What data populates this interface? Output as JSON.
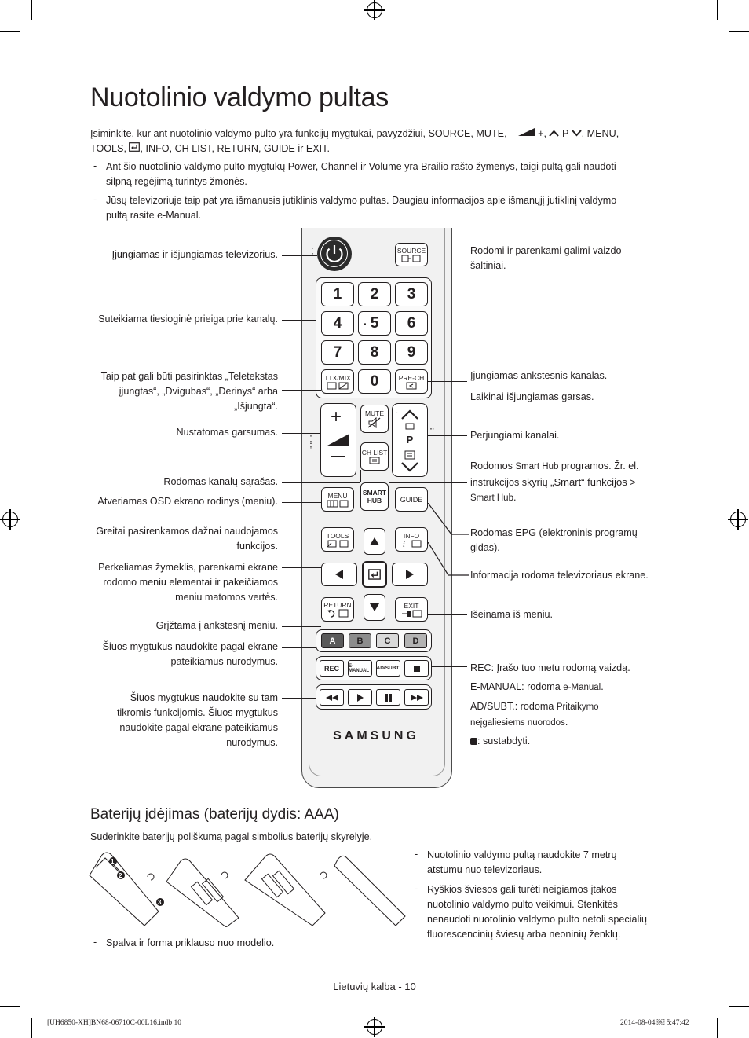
{
  "page": {
    "title": "Nuotolinio valdymo pultas",
    "intro_parts": [
      "Įsiminkite, kur ant nuotolinio valdymo pulto yra funkcijų mygtukai, pavyzdžiui, ",
      "SOURCE",
      ", ",
      "MUTE",
      ", ",
      "–",
      " ",
      "+",
      ", ",
      "P",
      ", ",
      "MENU",
      ",",
      "TOOLS",
      ", ",
      ", ",
      "INFO",
      ", ",
      "CH LIST",
      ", ",
      "RETURN",
      ", ",
      "GUIDE",
      " ir ",
      "EXIT",
      "."
    ],
    "notes": [
      {
        "text_a": "Ant šio nuotolinio valdymo pulto mygtukų ",
        "k1": "Power",
        "mid1": ", ",
        "k2": "Channel",
        "mid2": " ir ",
        "k3": "Volume",
        "text_b": " yra Brailio rašto žymenys, taigi pultą gali naudoti",
        "line2": "silpną regėjimą turintys žmonės."
      },
      {
        "line1": "Jūsų televizoriuje taip pat yra išmanusis jutiklinis valdymo pultas. Daugiau informacijos apie išmanųjį jutiklinį valdymo",
        "line2": "pultą rasite e-Manual."
      }
    ],
    "dash": "-",
    "left_labels": [
      [
        "Įjungiamas ir išjungiamas televizorius."
      ],
      [
        "Suteikiama tiesioginė prieiga prie kanalų."
      ],
      [
        "Taip pat gali būti pasirinktas „Teletekstas",
        "įjungtas“, „Dvigubas“, „Derinys“ arba",
        "„Išjungta“."
      ],
      [
        "Nustatomas garsumas."
      ],
      [
        "Rodomas kanalų sąrašas."
      ],
      [
        "Atveriamas OSD ekrano rodinys (meniu)."
      ],
      [
        "Greitai pasirenkamos dažnai naudojamos",
        "funkcijos."
      ],
      [
        "Perkeliamas žymeklis, parenkami ekrane",
        "rodomo meniu elementai ir pakeičiamos",
        "meniu matomos vertės."
      ],
      [
        "Grįžtama į ankstesnį meniu."
      ],
      [
        "Šiuos mygtukus naudokite pagal ekrane",
        "pateikiamus nurodymus."
      ],
      [
        "Šiuos mygtukus naudokite su tam",
        "tikromis funkcijomis. Šiuos mygtukus",
        "naudokite pagal ekrane pateikiamus",
        "nurodymus."
      ]
    ],
    "right_labels": {
      "source": [
        "Rodomi ir parenkami galimi vaizdo",
        "šaltiniai."
      ],
      "prech": "Įjungiamas ankstesnis kanalas.",
      "mute": "Laikinai išjungiamas garsas.",
      "channel": "Perjungiami kanalai.",
      "smart_a": "Rodomos ",
      "smart_k1": "Smart Hub",
      "smart_b": " programos. Žr. el.",
      "smart_c": "instrukcijos skyrių ",
      "smart_k2": "„Smart“ funkcijos",
      "smart_d": " >",
      "smart_k3": "Smart Hub",
      "smart_e": ".",
      "epg_a": "Rodomas ",
      "epg_k": "EPG",
      "epg_b": " (elektroninis programų",
      "epg_c": "gidas).",
      "info": "Informacija rodoma televizoriaus ekrane.",
      "exit": "Išeinama iš meniu.",
      "rec_k": "REC",
      "rec_t": ": Įrašo tuo metu rodomą vaizdą.",
      "em_k": "E-MANUAL",
      "em_t": ": rodoma ",
      "em_k2": "e-Manual",
      "em_e": ".",
      "ad_k": "AD/SUBT.",
      "ad_t": ": rodoma ",
      "ad_k2": "Pritaikymo",
      "ad_k3": "neįgaliesiems nuorodos",
      "ad_e": ".",
      "stop": ": sustabdyti."
    },
    "remote": {
      "source": "SOURCE",
      "nums": [
        "1",
        "2",
        "3",
        "4",
        "5",
        "6",
        "7",
        "8",
        "9",
        "0"
      ],
      "ttx": "TTX/MIX",
      "prech": "PRE-CH",
      "mute": "MUTE",
      "p": "P",
      "chlist": "CH LIST",
      "smart1": "SMART",
      "smart2": "HUB",
      "menu": "MENU",
      "guide": "GUIDE",
      "tools": "TOOLS",
      "info": "INFO",
      "return": "RETURN",
      "exit": "EXIT",
      "colors": [
        "A",
        "B",
        "C",
        "D"
      ],
      "rec": "REC",
      "emanual": "E-MANUAL",
      "adsubt": "AD/SUBT.",
      "brand": "SAMSUNG"
    },
    "battery": {
      "heading": "Baterijų įdėjimas (baterijų dydis: AAA)",
      "text": "Suderinkite baterijų poliškumą pagal simbolius baterijų skyrelyje.",
      "steps": [
        "1",
        "2",
        "3"
      ],
      "model_note": "Spalva ir forma priklauso nuo modelio.",
      "right_notes": [
        [
          "Nuotolinio valdymo pultą naudokite 7 metrų",
          "atstumu nuo televizoriaus."
        ],
        [
          "Ryškios šviesos gali turėti neigiamos įtakos",
          "nuotolinio valdymo pulto veikimui. Stenkitės",
          "nenaudoti nuotolinio valdymo pulto netoli specialių",
          "fluorescencinių šviesų arba neoninių ženklų."
        ]
      ]
    },
    "footer": "Lietuvių kalba - 10",
    "slug_left": "[UH6850-XH]BN68-06710C-00L16.indb   10",
    "slug_right": "2014-08-04   ￼ 5:47:42"
  }
}
